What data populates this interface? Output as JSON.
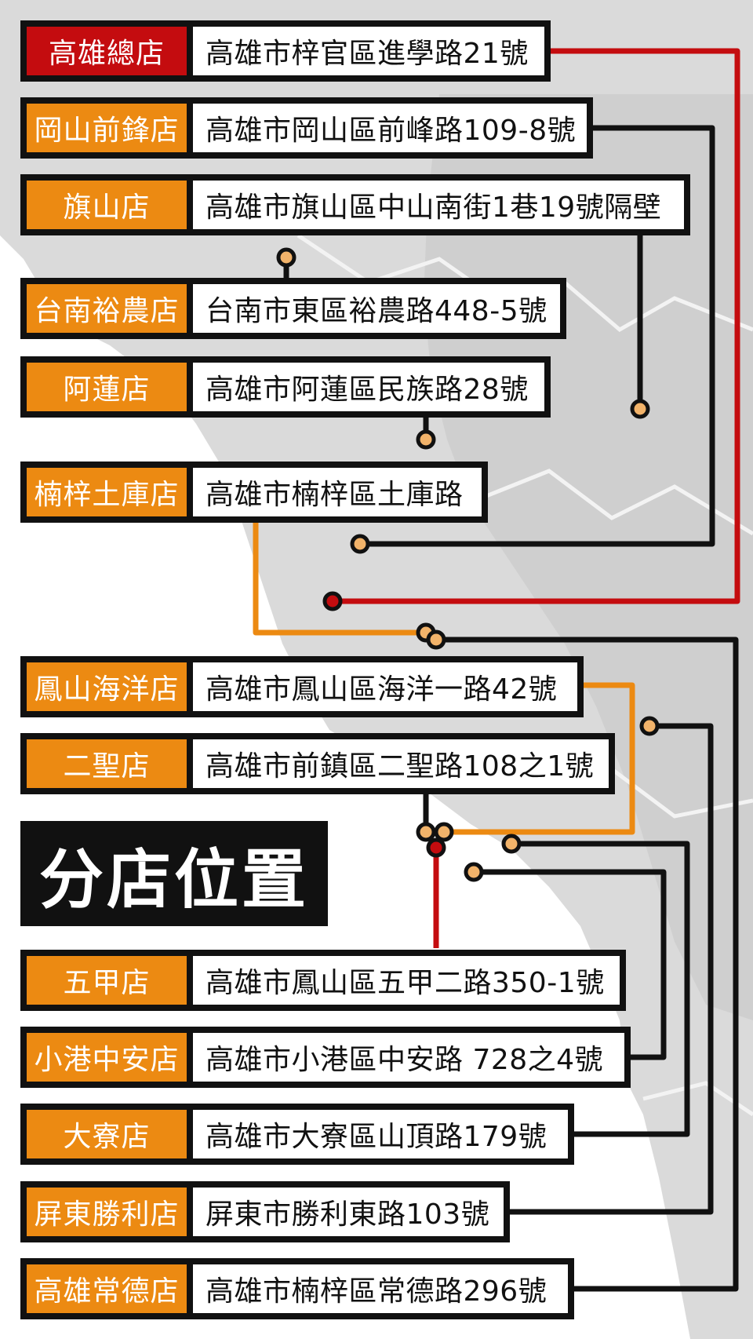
{
  "title": "分店位置",
  "colors": {
    "orange": "#ec8a12",
    "red": "#c40c0f",
    "black": "#111111",
    "map": "#d9d9d9"
  },
  "stores": [
    {
      "name": "高雄總店",
      "address": "高雄市梓官區進學路21號",
      "type": "hq"
    },
    {
      "name": "岡山前鋒店",
      "address": "高雄市岡山區前峰路109-8號",
      "type": "branch"
    },
    {
      "name": "旗山店",
      "address": "高雄市旗山區中山南街1巷19號隔壁",
      "type": "branch"
    },
    {
      "name": "台南裕農店",
      "address": "台南市東區裕農路448-5號",
      "type": "branch"
    },
    {
      "name": "阿蓮店",
      "address": "高雄市阿蓮區民族路28號",
      "type": "branch"
    },
    {
      "name": "楠梓土庫店",
      "address": "高雄市楠梓區土庫路",
      "type": "branch"
    },
    {
      "name": "鳳山海洋店",
      "address": "高雄市鳳山區海洋一路42號",
      "type": "branch"
    },
    {
      "name": "二聖店",
      "address": "高雄市前鎮區二聖路108之1號",
      "type": "branch"
    },
    {
      "name": "五甲店",
      "address": "高雄市鳳山區五甲二路350-1號",
      "type": "branch"
    },
    {
      "name": "小港中安店",
      "address": "高雄市小港區中安路 728之4號",
      "type": "branch"
    },
    {
      "name": "大寮店",
      "address": "高雄市大寮區山頂路179號",
      "type": "branch"
    },
    {
      "name": "屏東勝利店",
      "address": "屏東市勝利東路103號",
      "type": "branch"
    },
    {
      "name": "高雄常德店",
      "address": "高雄市楠梓區常德路296號",
      "type": "branch"
    }
  ]
}
